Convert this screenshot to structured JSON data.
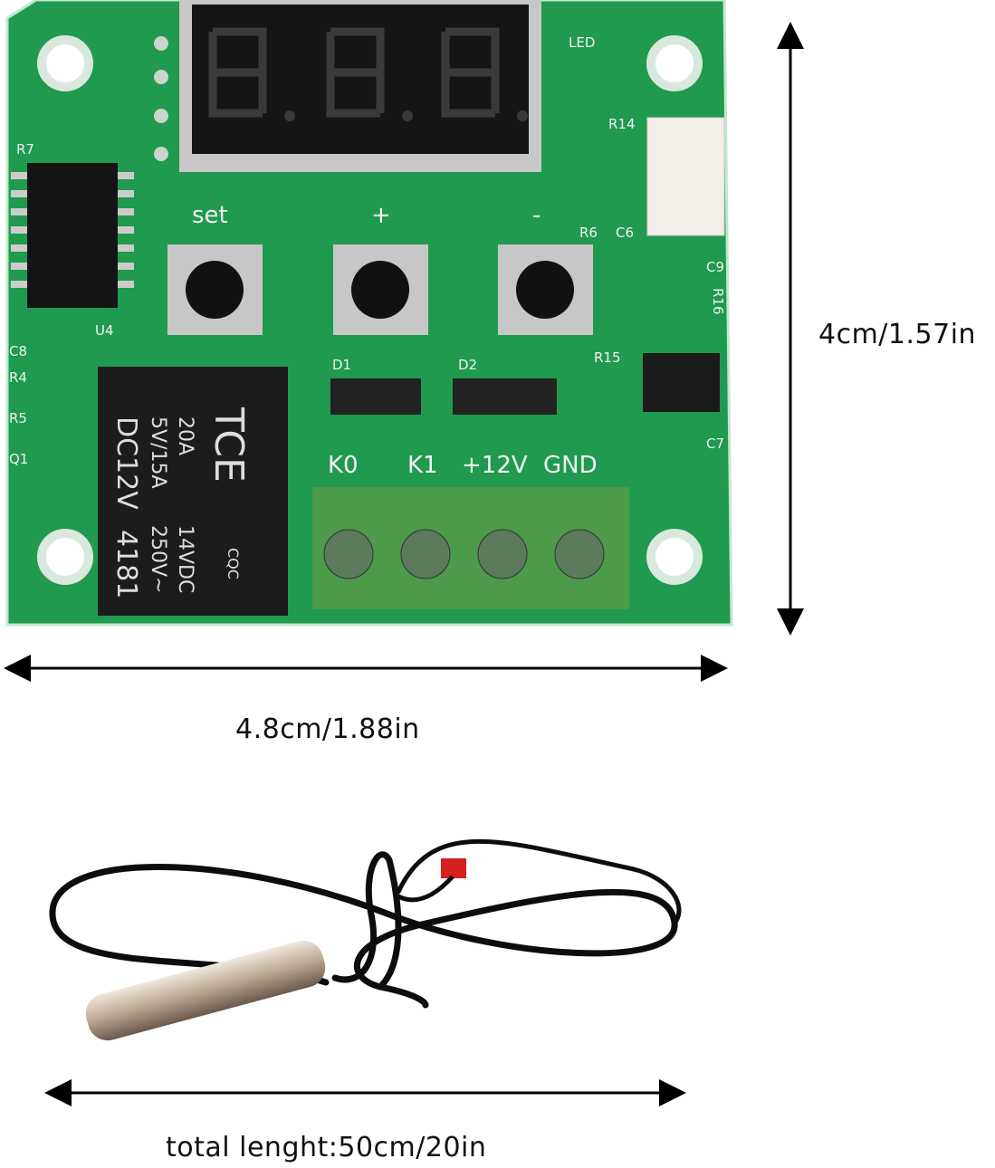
{
  "dimensions": {
    "height_label": "4cm/1.57in",
    "width_label": "4.8cm/1.88in",
    "cable_label": "total lenght:50cm/20in"
  },
  "board": {
    "buttons": [
      "set",
      "+",
      "-"
    ],
    "terminals": [
      "K0",
      "K1",
      "+12V",
      "GND"
    ],
    "components": {
      "led": "LED",
      "r7": "R7",
      "u4": "U4",
      "c8": "C8",
      "r4": "R4",
      "r5": "R5",
      "q1": "Q1",
      "d1": "D1",
      "d2": "D2",
      "r15": "R15",
      "r14": "R14",
      "r6": "R6",
      "c6": "C6",
      "c9": "C9",
      "r16": "R16",
      "c7": "C7"
    },
    "relay": {
      "brand": "TCE",
      "lines": [
        "20A",
        "5V/15A",
        "DC12V",
        "14VDC",
        "250V~",
        "4181",
        "CQC"
      ]
    }
  },
  "colors": {
    "pcb": "#1f9a4e",
    "terminal": "#4c9a4a",
    "relay": "#1c1c1c",
    "arrow": "#000000"
  }
}
